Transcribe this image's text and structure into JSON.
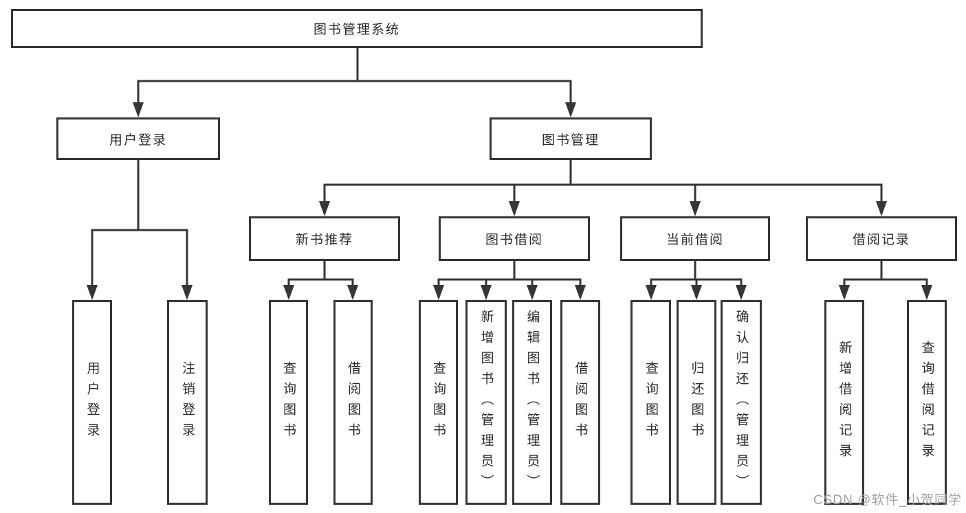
{
  "diagram_type": "hierarchy-tree",
  "colors": {
    "line": "#363636",
    "box_border": "#363636",
    "text": "#2b2b2b",
    "background": "#ffffff",
    "watermark": "#a3a3a3"
  },
  "tree": {
    "label": "图书管理系统",
    "children": [
      {
        "label": "用户登录",
        "children": [
          {
            "label": "用户登录"
          },
          {
            "label": "注销登录"
          }
        ]
      },
      {
        "label": "图书管理",
        "children": [
          {
            "label": "新书推荐",
            "children": [
              {
                "label": "查询图书"
              },
              {
                "label": "借阅图书"
              }
            ]
          },
          {
            "label": "图书借阅",
            "children": [
              {
                "label": "查询图书"
              },
              {
                "label": "新增图书（管理员）"
              },
              {
                "label": "编辑图书（管理员）"
              },
              {
                "label": "借阅图书"
              }
            ]
          },
          {
            "label": "当前借阅",
            "children": [
              {
                "label": "查询图书"
              },
              {
                "label": "归还图书"
              },
              {
                "label": "确认归还（管理员）"
              }
            ]
          },
          {
            "label": "借阅记录",
            "children": [
              {
                "label": "新增借阅记录"
              },
              {
                "label": "查询借阅记录"
              }
            ]
          }
        ]
      }
    ]
  },
  "watermark": "CSDN @软件_小贺同学"
}
